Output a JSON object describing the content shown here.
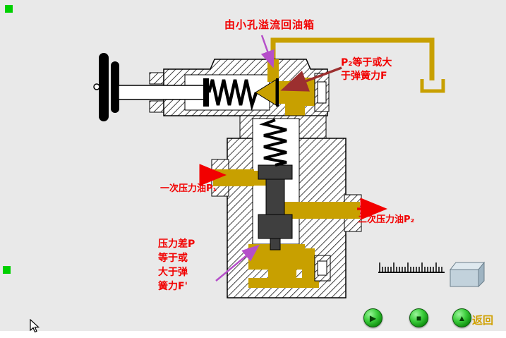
{
  "labels": {
    "overflow": "由小孔溢流回油箱",
    "p2_condition": "P₂等于或大\n于弹簧力F",
    "primary_oil": "一次压力油P₁",
    "secondary_oil": "二次压力油P₂",
    "pressure_diff": "压力差P\n等于或\n大于弹\n簧力F'"
  },
  "controls": {
    "back_label": "返回"
  },
  "icons": {
    "play": "▶",
    "stop": "■",
    "rewind": "▲"
  },
  "colors": {
    "annotation_red": "#f20000",
    "fluid_gold": "#c8a000",
    "button_green": "#119111",
    "back_gold": "#d0a000",
    "background": "#e9e9e9"
  }
}
